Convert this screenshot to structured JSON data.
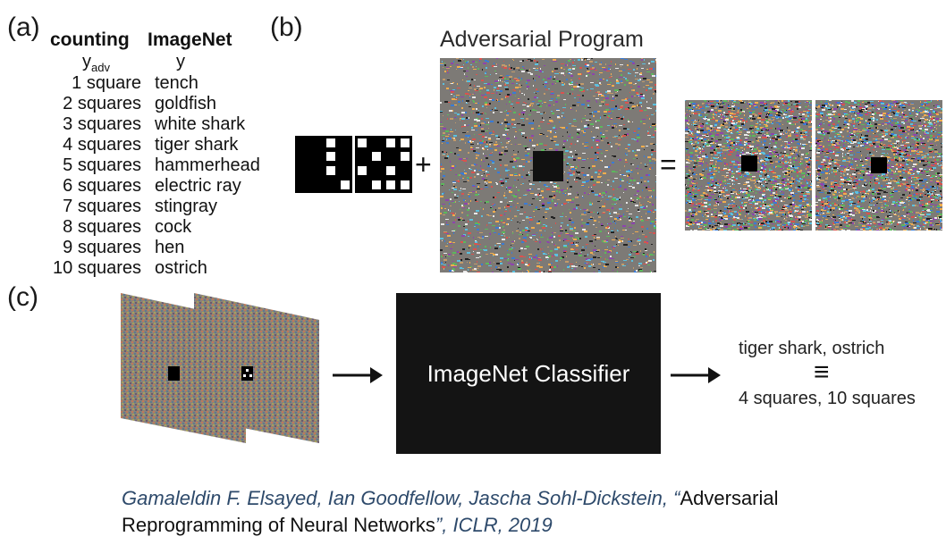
{
  "panels": {
    "a": "(a)",
    "b": "(b)",
    "c": "(c)"
  },
  "table": {
    "col1_header": "counting",
    "col2_header": "ImageNet",
    "col1_sub": "y",
    "col1_sub_suffix": "adv",
    "col2_sub": "y",
    "rows": [
      {
        "count": "1 square",
        "label": "tench"
      },
      {
        "count": "2 squares",
        "label": "goldfish"
      },
      {
        "count": "3 squares",
        "label": "white shark"
      },
      {
        "count": "4 squares",
        "label": "tiger shark"
      },
      {
        "count": "5 squares",
        "label": "hammerhead"
      },
      {
        "count": "6 squares",
        "label": "electric ray"
      },
      {
        "count": "7 squares",
        "label": "stingray"
      },
      {
        "count": "8 squares",
        "label": "cock"
      },
      {
        "count": "9 squares",
        "label": "hen"
      },
      {
        "count": "10 squares",
        "label": "ostrich"
      }
    ]
  },
  "program": {
    "title": "Adversarial Program",
    "plus": "+",
    "equals": "="
  },
  "pipeline": {
    "classifier": "ImageNet Classifier",
    "output_top": "tiger shark, ostrich",
    "equiv": "≡",
    "output_bottom": "4 squares, 10 squares"
  },
  "citation": {
    "authors": "Gamaleldin F. Elsayed, Ian Goodfellow, Jascha Sohl-Dickstein, “",
    "title_part1": "Adversarial",
    "title_part2": "Reprogramming of Neural Networks",
    "venue": "”, ICLR, 2019"
  }
}
